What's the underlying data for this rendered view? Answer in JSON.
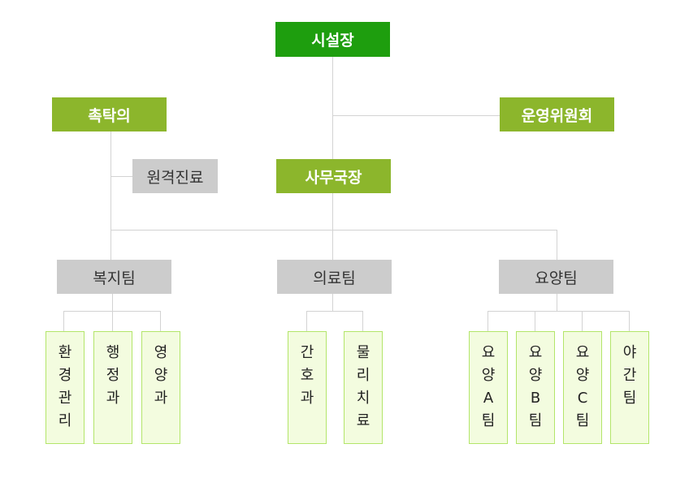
{
  "director": "시설장",
  "doctor": "촉탁의",
  "committee": "운영위원회",
  "telemedicine": "원격진료",
  "secretary": "사무국장",
  "teams": [
    {
      "name": "복지팀",
      "units": [
        "환경관리",
        "행정과",
        "영양과"
      ]
    },
    {
      "name": "의료팀",
      "units": [
        "간호과",
        "물리치료"
      ]
    },
    {
      "name": "요양팀",
      "units": [
        "요양A팀",
        "요양B팀",
        "요양C팀",
        "야간팀"
      ]
    }
  ],
  "colors": {
    "top": "#1e9e0e",
    "secondary": "#8cb62c",
    "gray": "#cccccc",
    "leaf_bg": "#f3fcdf",
    "leaf_border": "#b3e56a"
  }
}
